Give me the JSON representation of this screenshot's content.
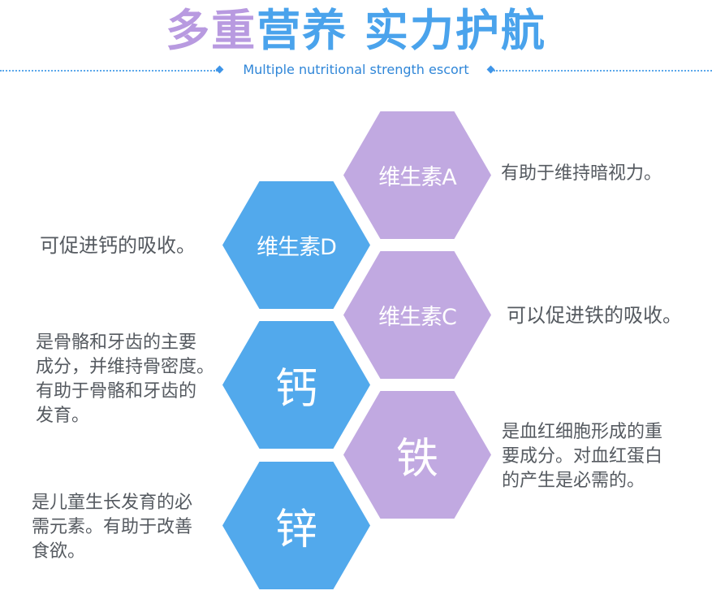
{
  "header": {
    "title_part1": "多重",
    "title_part2": "营养",
    "title_part3": "实力护航",
    "subtitle": "Multiple nutritional strength escort"
  },
  "nutrients": [
    {
      "label": "维生素A",
      "desc": "有助于维持暗视力。",
      "color": "#c1a9e1"
    },
    {
      "label": "维生素D",
      "desc": "可促进钙的吸收。",
      "color": "#52a9ec"
    },
    {
      "label": "维生素C",
      "desc": "可以促进铁的吸收。",
      "color": "#c1a9e1"
    },
    {
      "label": "钙",
      "desc_lines": [
        "是骨骼和牙齿的主要",
        "成分，并维持骨密度。",
        "有助于骨骼和牙齿的",
        "发育。"
      ],
      "color": "#52a9ec"
    },
    {
      "label": "铁",
      "desc_lines": [
        "是血红细胞形成的重",
        "要成分。对血红蛋白",
        "的产生是必需的。"
      ],
      "color": "#c1a9e1"
    },
    {
      "label": "锌",
      "desc_lines": [
        "是儿童生长发育的必",
        "需元素。有助于改善",
        "食欲。"
      ],
      "color": "#52a9ec"
    }
  ]
}
